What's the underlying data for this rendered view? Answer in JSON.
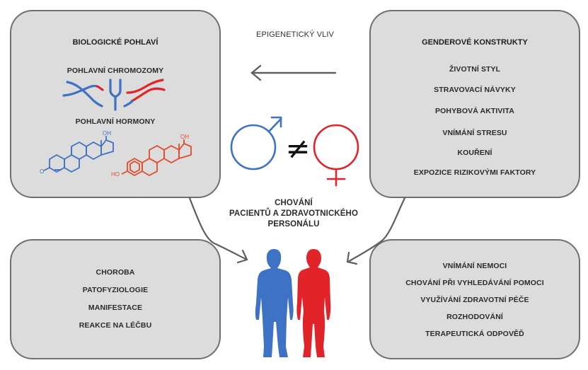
{
  "colors": {
    "male": "#3d72c4",
    "female": "#e0242a",
    "box_fill": "#dcdcdc",
    "box_border": "#6f6f6f",
    "arrow": "#606060",
    "text": "#2b2b2b"
  },
  "biological_sex": {
    "title": "BIOLOGICKÉ POHLAVÍ",
    "chromosomes_label": "POHLAVNÍ CHROMOZOMY",
    "hormones_label": "POHLAVNÍ HORMONY",
    "hormone_oh_label": "OH",
    "hormone_ho_label": "HO",
    "hormone_o_label": "O",
    "icons": [
      "chromosome-x-male-icon",
      "chromosome-y-icon",
      "chromosome-x-female-icon",
      "testosterone-molecule-icon",
      "estradiol-molecule-icon"
    ]
  },
  "epigenetic": {
    "label": "EPIGENETICKÝ VLIV",
    "arrow_icon": "arrow-left-icon"
  },
  "gender_constructs": {
    "title": "GENDEROVÉ KONSTRUKTY",
    "items": [
      "ŽIVOTNÍ STYL",
      "STRAVOVACÍ NÁVYKY",
      "POHYBOVÁ AKTIVITA",
      "VNÍMÁNÍ STRESU",
      "KOUŘENÍ",
      "EXPOZICE RIZIKOVÝMI FAKTORY"
    ]
  },
  "center": {
    "symbols": [
      "male-symbol-icon",
      "not-equal-icon",
      "female-symbol-icon"
    ],
    "not_equal": "≠",
    "behavior_label_lines": [
      "CHOVÁNÍ",
      "PACIENTŮ A ZDRAVOTNICKÉHO",
      "PERSONÁLU"
    ],
    "figures": [
      "male-figure-icon",
      "female-figure-icon"
    ]
  },
  "disease": {
    "items": [
      "CHOROBA",
      "PATOFYZIOLOGIE",
      "MANIFESTACE",
      "REAKCE NA LÉČBU"
    ]
  },
  "behavior_outcomes": {
    "items": [
      "VNÍMÁNÍ NEMOCI",
      "CHOVÁNÍ PŘI VYHLEDÁVÁNÍ POMOCI",
      "VYUŽÍVÁNÍ ZDRAVOTNÍ PÉČE",
      "ROZHODOVÁNÍ",
      "TERAPEUTICKÁ ODPOVĚĎ"
    ]
  }
}
